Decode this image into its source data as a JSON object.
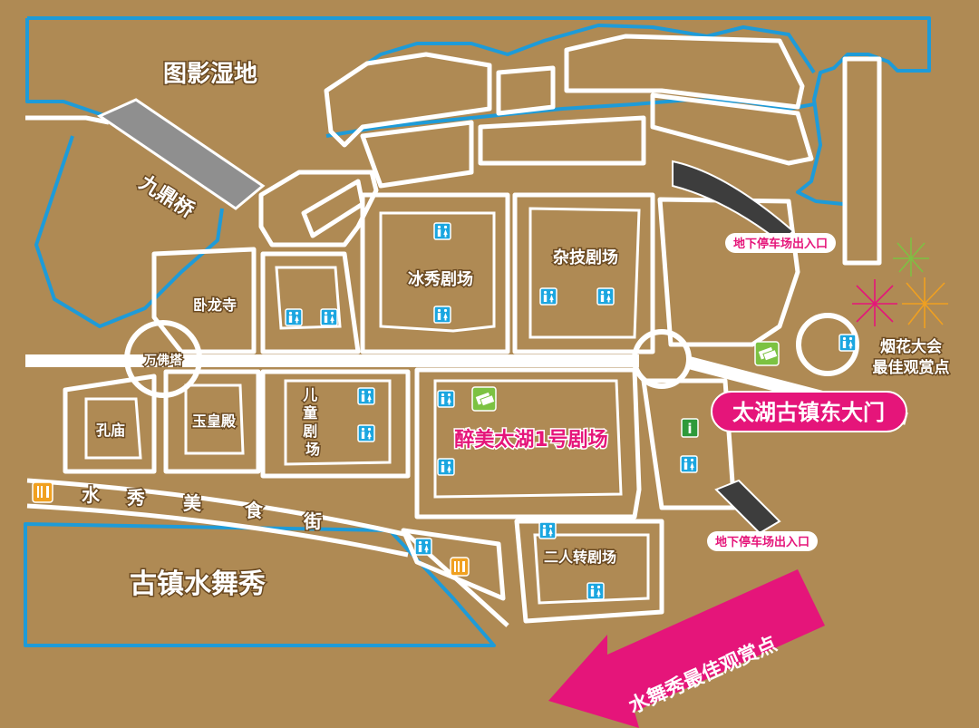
{
  "map": {
    "regions": {
      "wetland": "图影湿地",
      "water_show_area": "古镇水舞秀"
    },
    "bridge": "九鼎桥",
    "temples": {
      "wofo": "卧龙寺",
      "wanfo": "万佛塔",
      "kongmiao": "孔庙",
      "yuhuang": "玉皇殿"
    },
    "theaters": {
      "ice": "冰秀剧场",
      "acrobatics": "杂技剧场",
      "children": "儿童剧场",
      "main": "醉美太湖1号剧场",
      "errenzhuan": "二人转剧场"
    },
    "food_street": [
      "水",
      "秀",
      "美",
      "食",
      "街"
    ],
    "parking": {
      "north": "地下停车场出入口",
      "south": "地下停车场出入口"
    },
    "east_gate": "太湖古镇东大门",
    "fireworks": [
      "烟花大会",
      "最佳观赏点"
    ],
    "water_show_view": "水舞秀最佳观赏点"
  },
  "icons": {
    "toilet": "toilet-icon",
    "ticket": "ticket-icon",
    "info": "info-icon",
    "food": "restaurant-icon"
  },
  "colors": {
    "background": "#b38f58",
    "path": "#ffffff",
    "water": "#1e9bd8",
    "accent": "#e5157a",
    "toilet": "#1ba6e0",
    "ticket": "#7cc242",
    "food": "#f0a020"
  }
}
